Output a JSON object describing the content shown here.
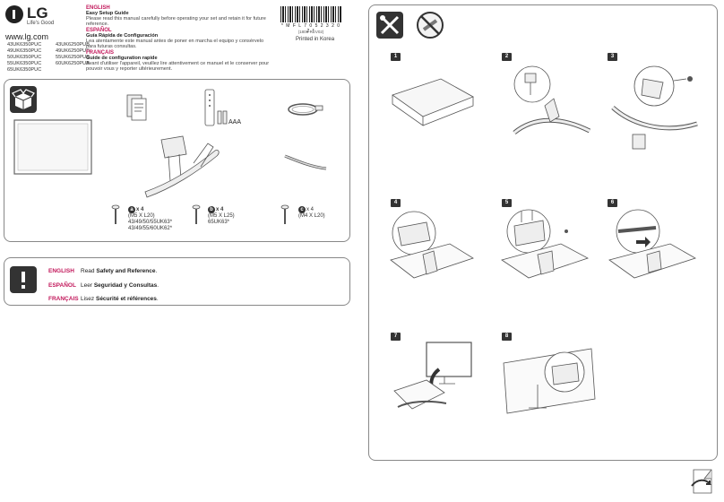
{
  "brand": {
    "name": "LG",
    "tagline": "Life's Good",
    "url": "www.lg.com"
  },
  "models": [
    "43UK6350PUC",
    "49UK6350PUC",
    "50UK6350PUC",
    "55UK6350PUC",
    "65UK6350PUC",
    "43UK6250PUB",
    "49UK6250PUB",
    "55UK6250PUB",
    "60UK6250PUB"
  ],
  "languages": [
    {
      "name": "ENGLISH",
      "heading": "Easy Setup Guide",
      "body": "Please read this manual carefully before operating your set and retain it for future reference."
    },
    {
      "name": "ESPAÑOL",
      "heading": "Guía Rápida de Configuración",
      "body": "Lea atentamente este manual antes de poner en marcha el equipo y consérvelo para futuras consultas."
    },
    {
      "name": "FRANÇAIS",
      "heading": "Guide de configuration rapide",
      "body": "Avant d'utiliser l'appareil, veuillez lire attentivement ce manuel et le conserver pour pouvoir vous y reporter ultérieurement."
    }
  ],
  "barcode": {
    "number": "* M F L 7 0 5 2 3 2 0 2 *",
    "date": "(1806-REV02)",
    "origin": "Printed in Korea"
  },
  "accessories": {
    "battery_label": "AAA"
  },
  "screws": [
    {
      "letter": "a",
      "count": "x 4",
      "size": "(M5 X L20)",
      "models": "43/49/50/55UK63*\n43/49/55/60UK62*"
    },
    {
      "letter": "b",
      "count": "x 4",
      "size": "(M5 X L25)",
      "models": "65UK63*"
    },
    {
      "letter": "c",
      "count": "x 4",
      "size": "(M4 X L20)",
      "models": ""
    }
  ],
  "safety": [
    {
      "lang": "ENGLISH",
      "pre": "Read ",
      "bold": "Safety and Reference",
      "post": "."
    },
    {
      "lang": "ESPAÑOL",
      "pre": "Leer ",
      "bold": "Seguridad y Consultas",
      "post": "."
    },
    {
      "lang": "FRANÇAIS",
      "pre": "Lisez ",
      "bold": "Sécurité et références",
      "post": "."
    }
  ],
  "steps": [
    "1",
    "2",
    "3",
    "4",
    "5",
    "6",
    "7",
    "8"
  ]
}
